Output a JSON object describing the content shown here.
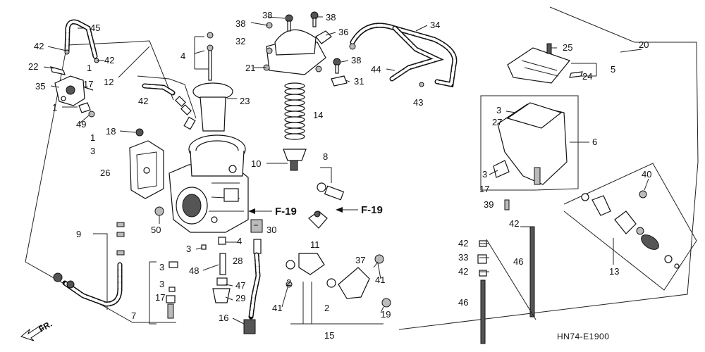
{
  "callouts": {
    "c1a": "1",
    "c1b": "1",
    "c1c": "1",
    "c2a": "2",
    "c2b": "2",
    "c3a": "3",
    "c3b": "3",
    "c3c": "3",
    "c3d": "3",
    "c3e": "3",
    "c3f": "3",
    "c4a": "4",
    "c4b": "4",
    "c5": "5",
    "c6": "6",
    "c7": "7",
    "c8": "8",
    "c9": "9",
    "c10": "10",
    "c11": "11",
    "c12": "12",
    "c13": "13",
    "c14": "14",
    "c15": "15",
    "c16": "16",
    "c17a": "17",
    "c17b": "17",
    "c17c": "17",
    "c18": "18",
    "c19": "19",
    "c20": "20",
    "c21": "21",
    "c22": "22",
    "c23": "23",
    "c24": "24",
    "c25": "25",
    "c26": "26",
    "c27": "27",
    "c28": "28",
    "c29": "29",
    "c30": "30",
    "c31": "31",
    "c32": "32",
    "c33": "33",
    "c34": "34",
    "c35": "35",
    "c36": "36",
    "c37": "37",
    "c38a": "38",
    "c38b": "38",
    "c38c": "38",
    "c38d": "38",
    "c39": "39",
    "c40": "40",
    "c41a": "41",
    "c41b": "41",
    "c42a": "42",
    "c42b": "42",
    "c42c": "42",
    "c42d": "42",
    "c42e": "42",
    "c42f": "42",
    "c43": "43",
    "c44": "44",
    "c45": "45",
    "c46a": "46",
    "c46b": "46",
    "c47": "47",
    "c48": "48",
    "c49": "49",
    "c50": "50"
  },
  "refs": {
    "f19a": "F-19",
    "f19b": "F-19"
  },
  "diagram_code": "HN74-E1900",
  "front_label": "FR."
}
